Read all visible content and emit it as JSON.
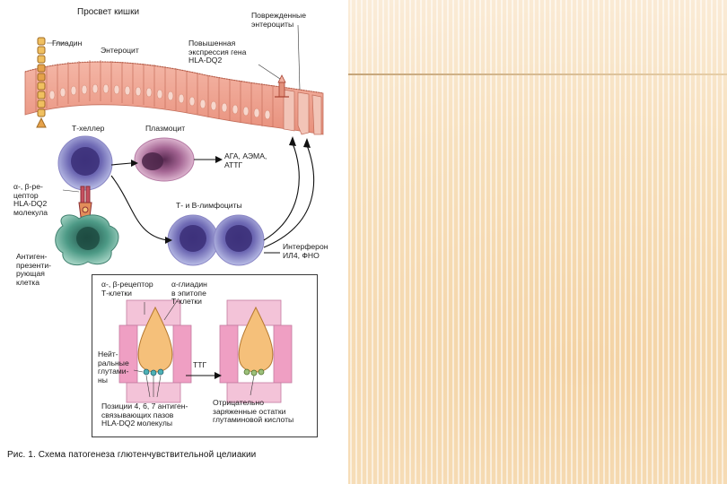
{
  "slide": {
    "background_color": "#f9e6cb",
    "accent_color": "#d8b98c"
  },
  "figure": {
    "labels": {
      "lumen": "Просвет кишки",
      "gliadin": "Глиадин",
      "enterocyte": "Энтероцит",
      "damaged_enterocytes": "Поврежденные\nэнтероциты",
      "hla_expression": "Повышенная\nэкспрессия гена\nHLA-DQ2",
      "t_helper": "Т-хеллер",
      "plasmocyte": "Плазмоцит",
      "antibodies": "АГА, АЭМА,\nАТТГ",
      "receptor": "α-, β-ре-\nцептор\nHLA-DQ2\nмолекула",
      "t_b_lymphocytes": "Т- и В-лимфоциты",
      "apc": "Антиген-\nпрезенти-\nрующая\nклетка",
      "interferon": "Интерферон\nИЛ4, ФНО"
    },
    "inset": {
      "receptor_label": "α-, β-рецептор\nТ-клетки",
      "epitope_label": "α-глиадин\nв эпитопе\nТ-клетки",
      "neutral_label": "Нейт-\nральные\nглутами-\nны",
      "ttg": "ТТГ",
      "positions_label": "Позиции 4, 6, 7 антиген-\nсвязывающих пазов\nHLA-DQ2 молекулы",
      "negative_label": "Отрицательно\nзаряженные остатки\nглутаминовой кислоты"
    },
    "caption": "Рис. 1. Схема патогенеза глютенчувствительной целиакии"
  }
}
